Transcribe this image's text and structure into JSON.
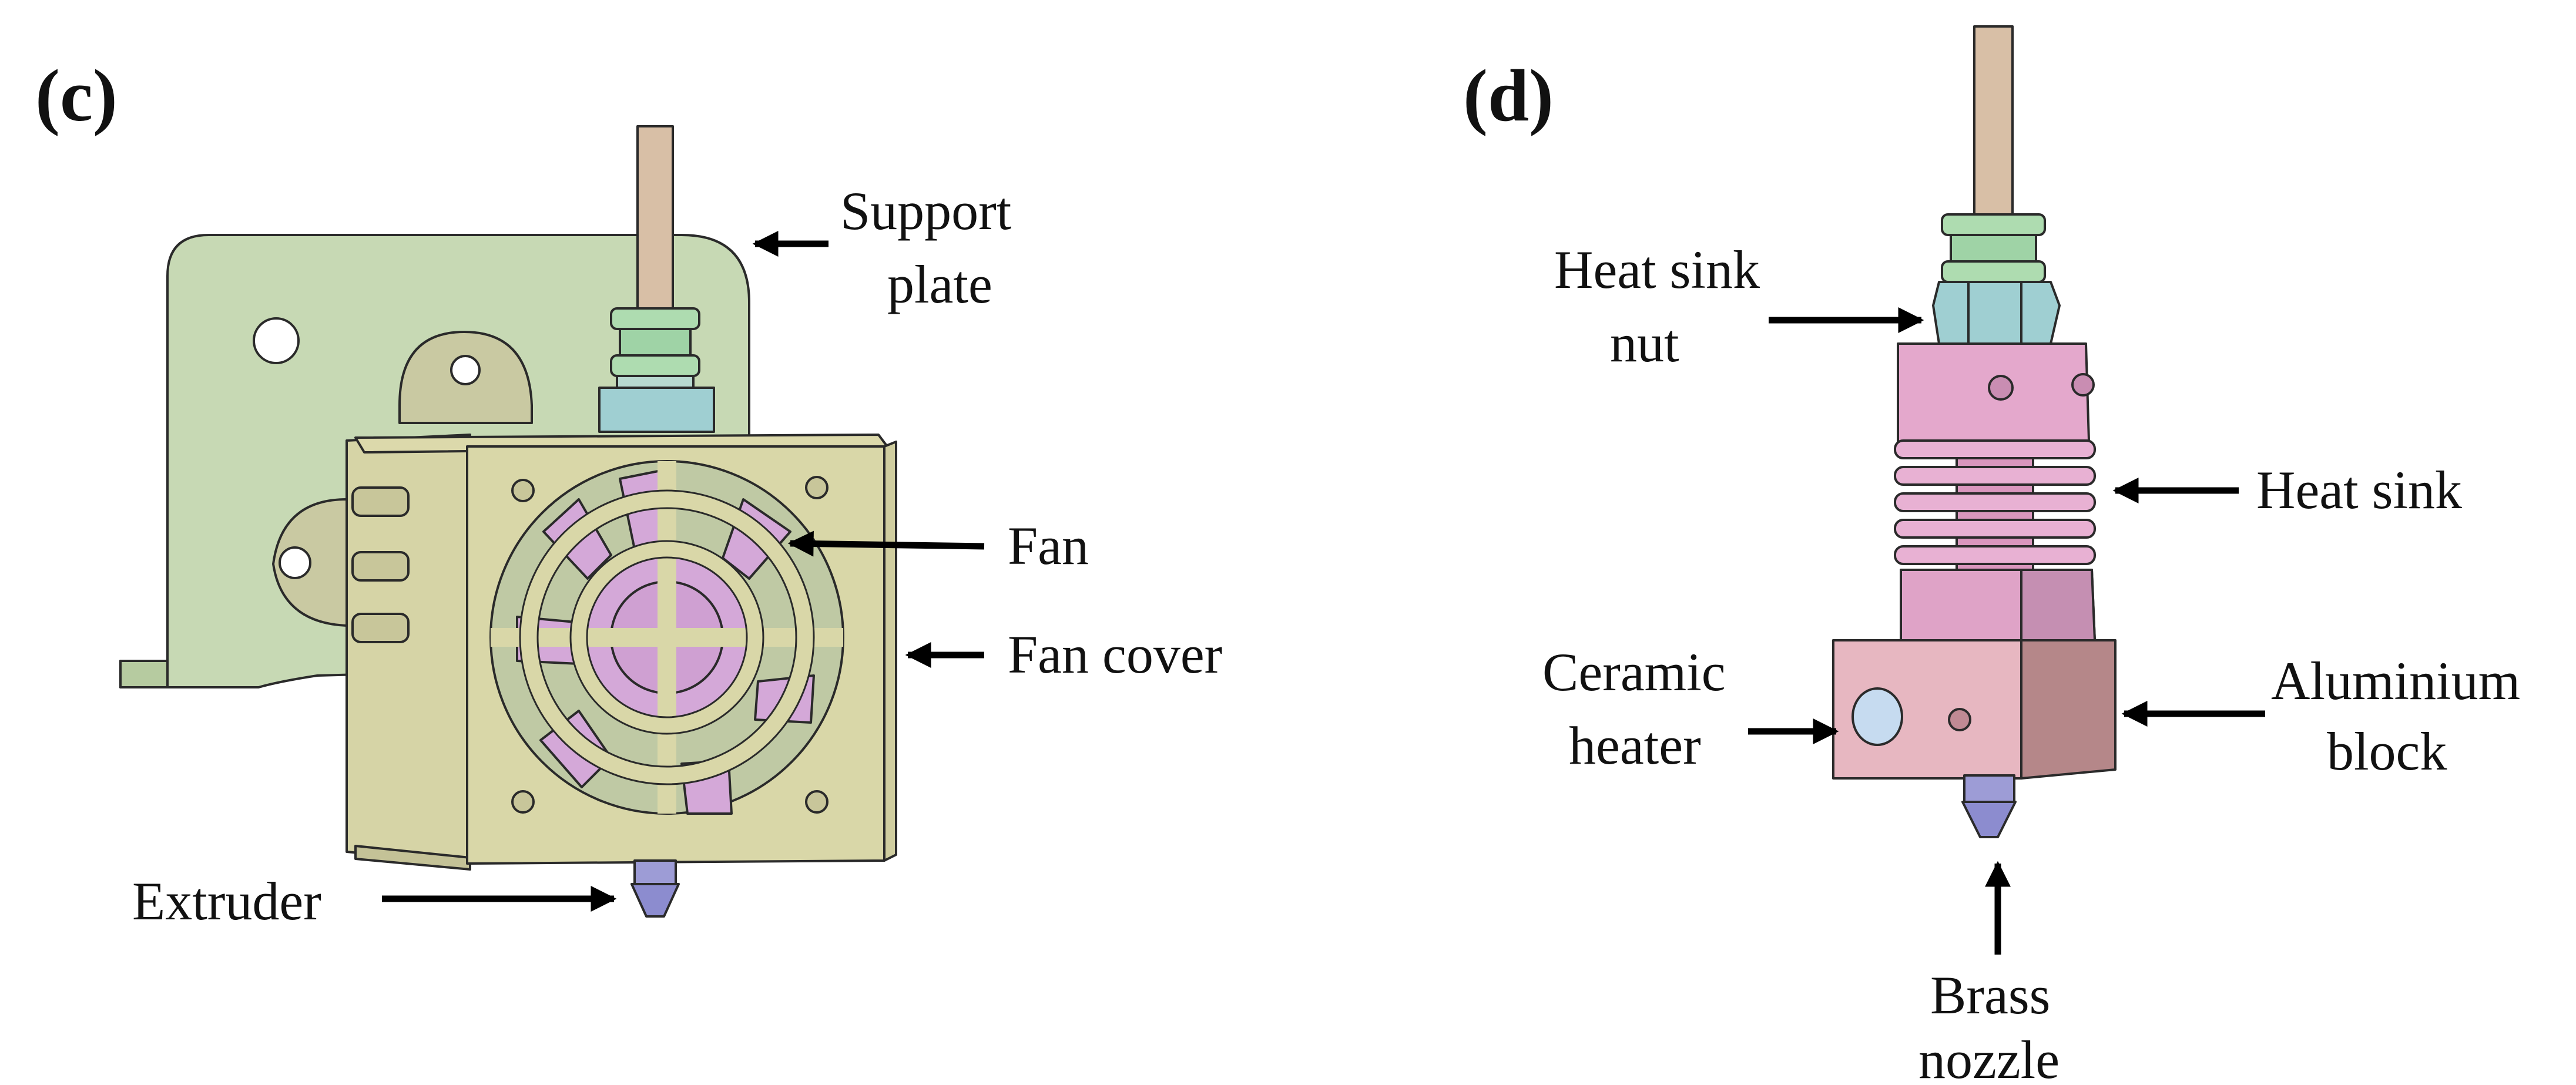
{
  "panels": [
    {
      "id": "c",
      "label": "(c)",
      "labels": {
        "support_plate": [
          "Support",
          "plate"
        ],
        "fan": [
          "Fan"
        ],
        "fan_cover": [
          "Fan cover"
        ],
        "extruder": [
          "Extruder"
        ]
      }
    },
    {
      "id": "d",
      "label": "(d)",
      "labels": {
        "heat_sink_nut": [
          "Heat sink",
          "nut"
        ],
        "heat_sink": [
          "Heat sink"
        ],
        "ceramic_heater": [
          "Ceramic",
          "heater"
        ],
        "aluminium_block": [
          "Aluminium",
          "block"
        ],
        "brass_nozzle": [
          "Brass",
          "nozzle"
        ]
      }
    }
  ],
  "colors": {
    "support_plate": "#c7d9b4",
    "fan_cover": "#d9d7a8",
    "fan_blade": "#d4a8d8",
    "filament_tube": "#d8bfa6",
    "green_nut": "#aedcb0",
    "blue_nut": "#9fcfd2",
    "heat_sink": "#e4a8cc",
    "aluminium_block": "#e7b7c1",
    "nozzle": "#8c8ccf",
    "heater_disc": "#c6dbf0"
  }
}
